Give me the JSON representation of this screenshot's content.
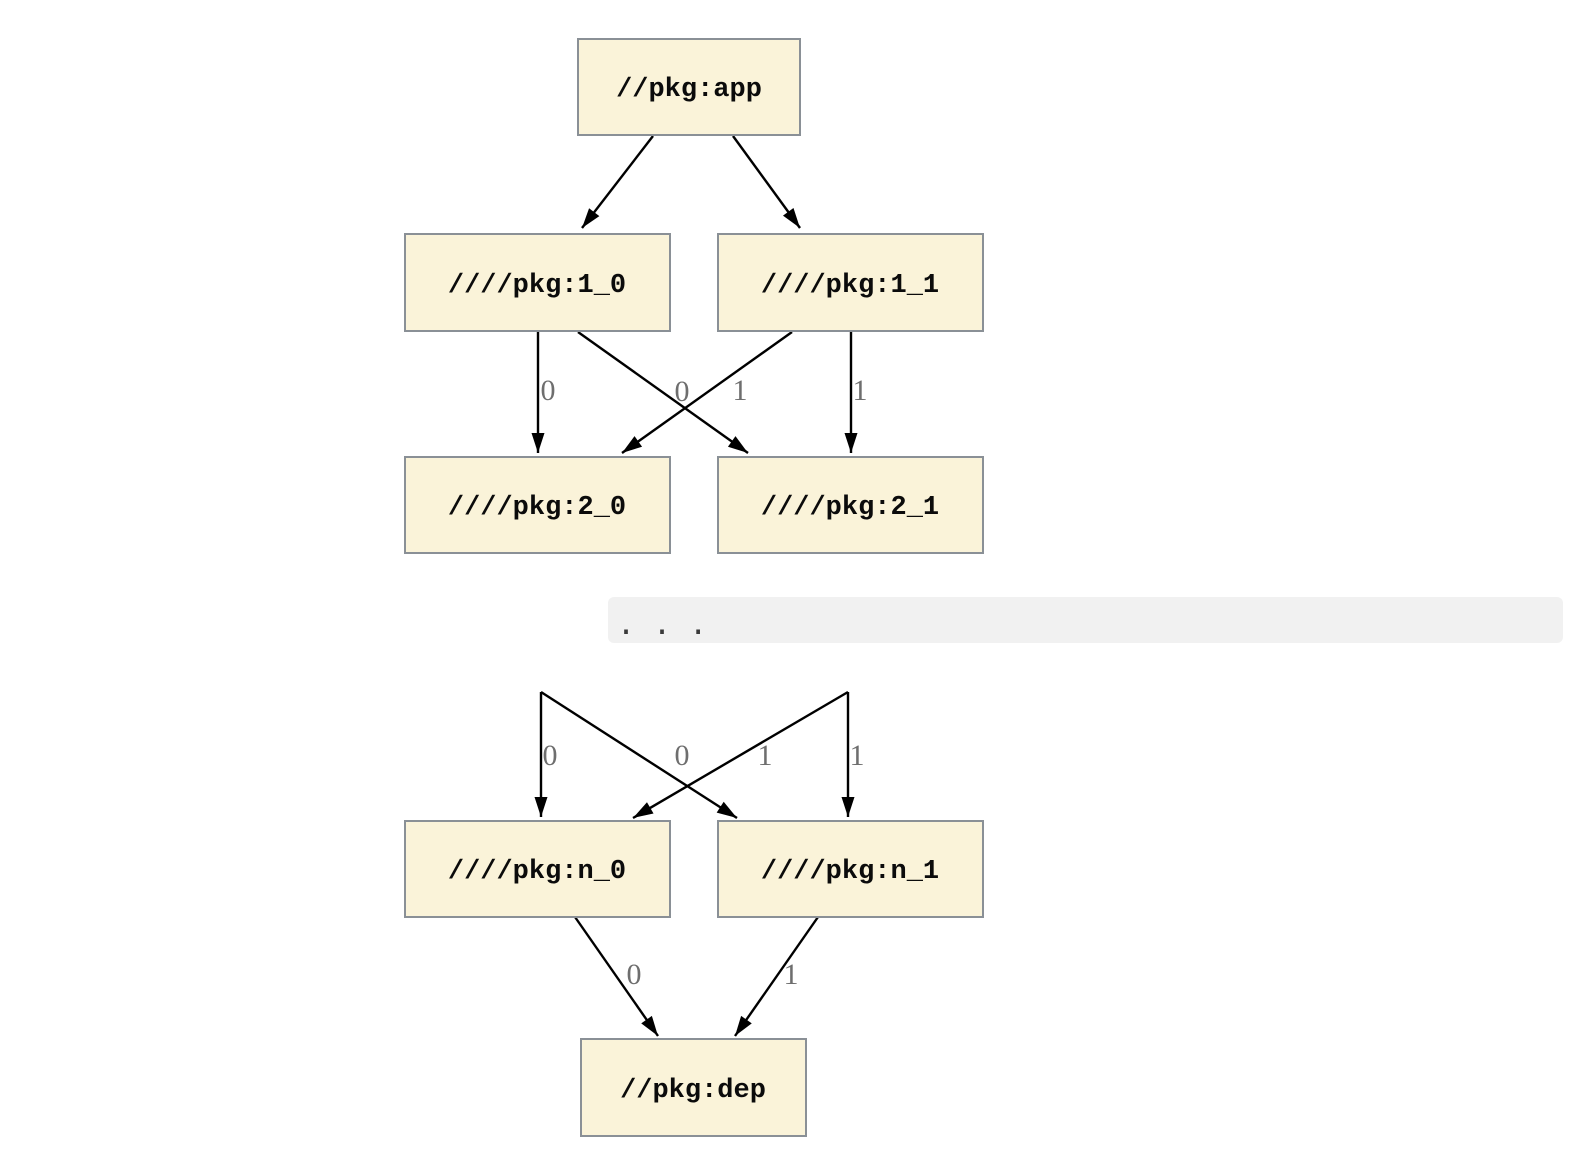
{
  "colors": {
    "background": "#ffffff",
    "node_fill": "#faf3d9",
    "node_border": "#8a9096",
    "edge": "#000000",
    "edge_label": "#6e6e6e",
    "band_bg": "#f1f1f1",
    "band_text": "#3b3b3b"
  },
  "diagram": {
    "nodes": {
      "app": {
        "label": "//pkg:app"
      },
      "pkg1_0": {
        "label": "////pkg:1_0"
      },
      "pkg1_1": {
        "label": "////pkg:1_1"
      },
      "pkg2_0": {
        "label": "////pkg:2_0"
      },
      "pkg2_1": {
        "label": "////pkg:2_1"
      },
      "pkgn_0": {
        "label": "////pkg:n_0"
      },
      "pkgn_1": {
        "label": "////pkg:n_1"
      },
      "dep": {
        "label": "//pkg:dep"
      }
    },
    "edge_labels": {
      "pkg1_0_to_pkg2_0": "0",
      "pkg1_0_to_pkg2_1": "1",
      "pkg1_1_to_pkg2_0": "0",
      "pkg1_1_to_pkg2_1": "1",
      "elided_to_pkgn_0_vertical": "0",
      "elided_to_pkgn_0_cross": "0",
      "elided_to_pkgn_1_cross": "1",
      "elided_to_pkgn_1_vertical": "1",
      "pkgn_0_to_dep": "0",
      "pkgn_1_to_dep": "1"
    },
    "ellipsis": "..."
  }
}
